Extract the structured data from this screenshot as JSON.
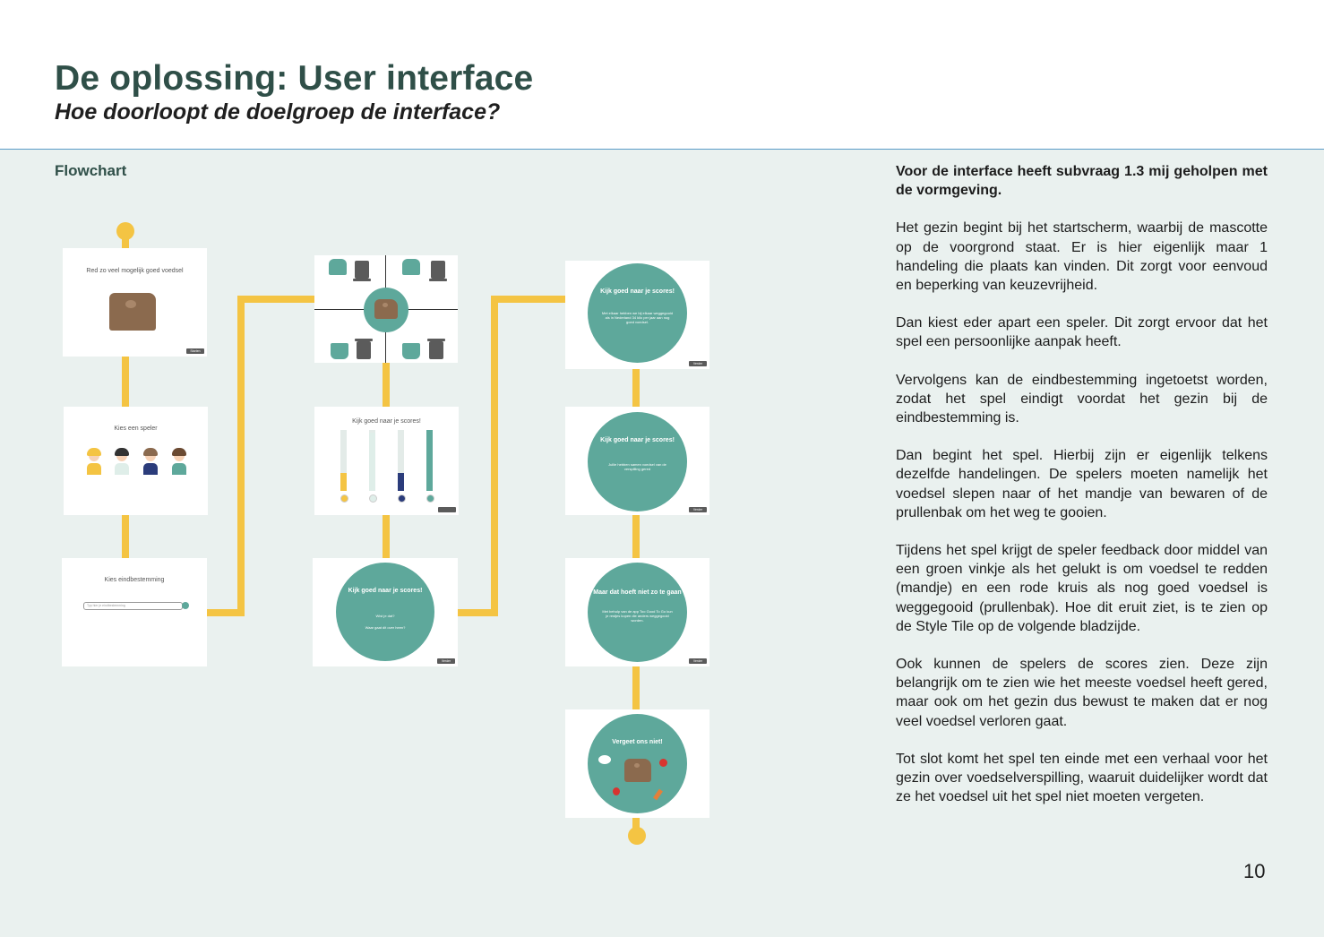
{
  "page": {
    "title": "De oplossing: User interface",
    "subtitle": "Hoe doorloopt de doelgroep de interface?",
    "section_label": "Flowchart",
    "page_number": "10"
  },
  "colors": {
    "route": "#f4c443",
    "teal": "#5ea89b",
    "heading": "#2f4f48",
    "background": "#eaf1ef"
  },
  "flowchart": {
    "start_screen": {
      "heading": "Red zo veel mogelijk goed voedsel",
      "button": "Starten"
    },
    "player_screen": {
      "heading": "Kies een speler"
    },
    "destination_screen": {
      "heading": "Kies eindbestemming",
      "input_placeholder": "Typ hier je eindbestemming"
    },
    "score_screen": {
      "heading": "Kijk goed naar je scores!",
      "bar_levels": [
        0.3,
        0.95,
        0.3,
        1.0
      ]
    },
    "score_circle_1": {
      "title": "Kijk goed naar je scores!",
      "line1": "Wist je dat?",
      "line2": "Waar gaat dit over heen?",
      "button": "Verder"
    },
    "score_circle_2": {
      "title": "Kijk goed naar je scores!",
      "body": "Met elkaar hebben we bij elkaar weggegooid als in Nederland 34 kilo per jaar aan nog goed voedsel.",
      "button": "Verder"
    },
    "score_circle_3": {
      "title": "Kijk goed naar je scores!",
      "body": "Jullie hebben samen voedsel van de verspilling gered",
      "button": "Verder"
    },
    "score_circle_4": {
      "title": "Maar dat hoeft niet zo te gaan",
      "body": "Met behulp van de app Too Good To Go kun je restjes kopen die anders weggegooid worden.",
      "button": "Verder"
    },
    "end_circle": {
      "title": "Vergeet ons niet!"
    }
  },
  "body_text": {
    "lead": "Voor de interface heeft subvraag 1.3 mij geholpen met de vormgeving.",
    "p1": "Het gezin begint bij het startscherm, waarbij de mascotte op de voorgrond staat. Er is hier eigenlijk maar 1 handeling die plaats kan vinden. Dit zorgt voor eenvoud en beperking van keuzevrijheid.",
    "p2": "Dan kiest eder apart een speler. Dit zorgt ervoor dat het spel een persoonlijke aanpak heeft.",
    "p3": "Vervolgens kan de eindbestemming ingetoetst worden, zodat het spel eindigt voordat het gezin bij de eindbestemming is.",
    "p4": "Dan begint het spel. Hierbij zijn er eigenlijk telkens dezelfde handelingen. De spelers moeten namelijk het voedsel slepen naar of het mandje van bewaren of de prullenbak om het weg te gooien.",
    "p5": "Tijdens het spel krijgt de speler feedback door middel van een groen vinkje als het gelukt is om voedsel te redden (mandje) en een rode kruis als nog goed voedsel is weggegooid (prullenbak). Hoe dit eruit ziet, is te zien op de Style Tile op de volgende bladzijde.",
    "p6": "Ook kunnen de spelers de scores zien. Deze zijn belangrijk om te zien wie het meeste voedsel heeft gered, maar ook om het gezin dus bewust te maken dat er nog veel voedsel verloren gaat.",
    "p7": "Tot slot komt het spel ten einde met een verhaal voor het gezin over voedselverspilling, waaruit duidelijker wordt dat ze het voedsel uit het spel niet moeten vergeten."
  }
}
